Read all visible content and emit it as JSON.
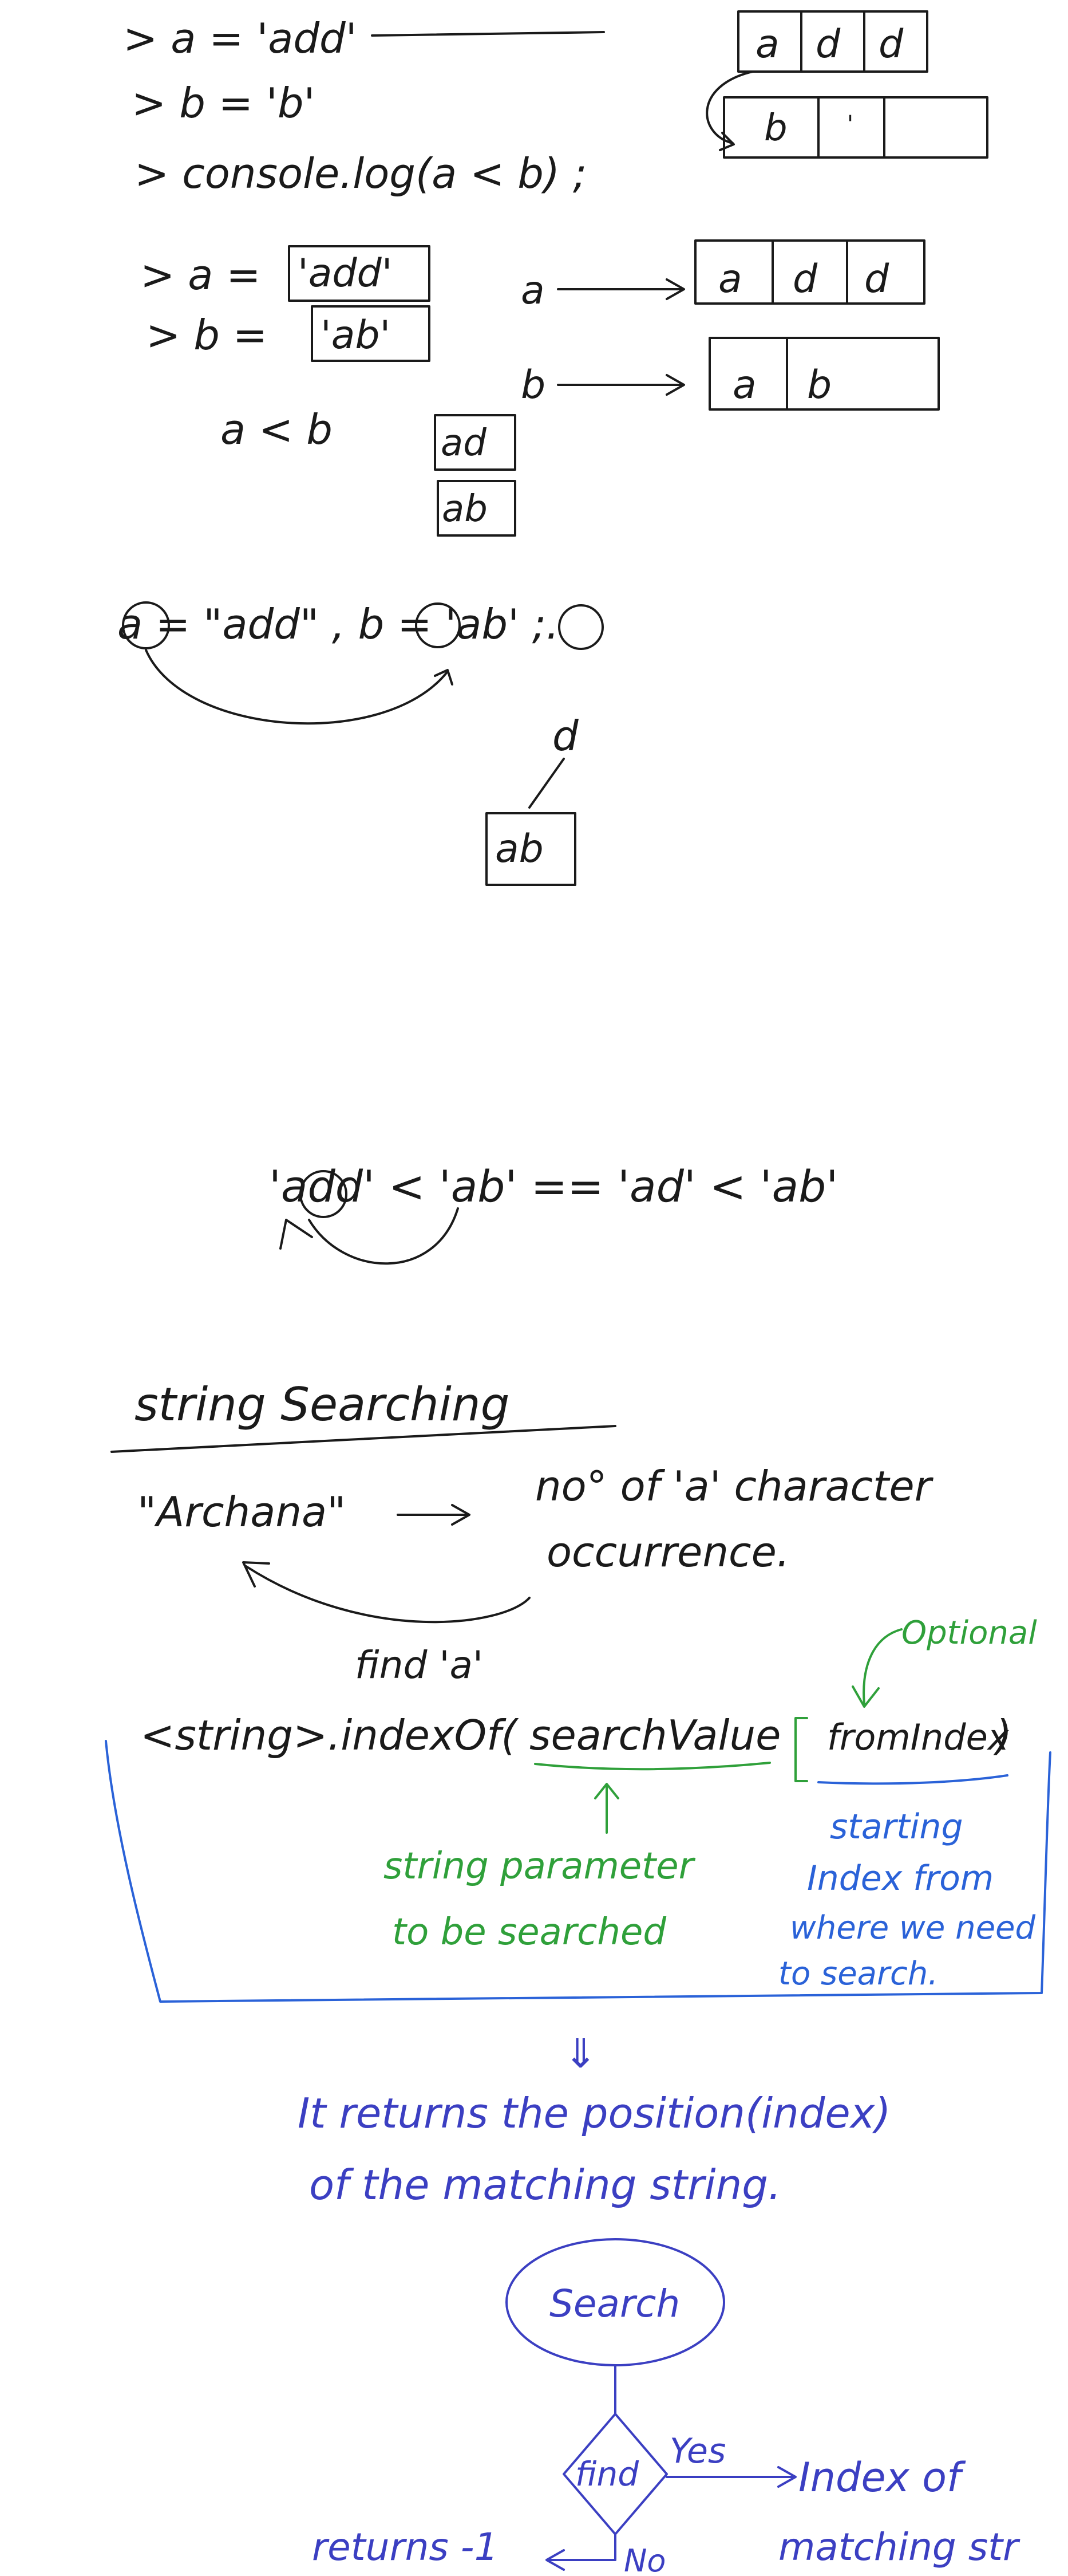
{
  "colors": {
    "black_ink": "#1a1a1a",
    "green_ink": "#2fa03a",
    "blue_ink": "#2a62d8",
    "navy_ink": "#3b3fc2",
    "background": "#ffffff"
  },
  "section1": {
    "line1": "> a = 'add'",
    "line2": "> b = 'b'",
    "line3": "> console.log(a < b) ;",
    "cells_a": [
      "a",
      "d",
      "d"
    ],
    "cells_b": [
      "b",
      "'",
      ""
    ]
  },
  "section2": {
    "line1_prefix": "> a =",
    "line1_boxed": "'add'",
    "line2_prefix": "> b =",
    "line2_boxed": "'ab'",
    "compare": "a < b",
    "stack_top": "ad",
    "stack_bottom": "ab",
    "ptr_a": "a",
    "ptr_b": "b",
    "cells_a": [
      "a",
      "d",
      "d"
    ],
    "cells_b": [
      "a",
      "b"
    ]
  },
  "section3": {
    "expr": "a = \"add\" , b = 'ab' ;.",
    "letter_d": "d",
    "box_ab": "ab"
  },
  "section4": {
    "expr": "'add' < 'ab' == 'ad' < 'ab'"
  },
  "section5": {
    "heading": "string Searching",
    "example": "\"Archana\"",
    "arrow": "→",
    "desc_line1": "no° of 'a' character",
    "desc_line2": "occurrence.",
    "find_label": "find 'a'",
    "optional": "Optional",
    "signature_prefix": "<string>.indexOf(",
    "signature_param1": "searchValue",
    "signature_param2": "fromIndex",
    "signature_suffix": ")",
    "param1_desc_line1": "string parameter",
    "param1_desc_line2": "to be searched",
    "param2_desc_line1": "starting",
    "param2_desc_line2": "Index from",
    "param2_desc_line3": "where we need",
    "param2_desc_line4": "to search.",
    "implies": "⇓",
    "returns_line1": "It returns the position(index)",
    "returns_line2": "of the matching string."
  },
  "flowchart": {
    "start": "Search",
    "decision": "find",
    "yes_label": "Yes",
    "no_label": "No",
    "yes_result_line1": "Index of",
    "yes_result_line2": "matching str",
    "no_result": "returns -1"
  }
}
